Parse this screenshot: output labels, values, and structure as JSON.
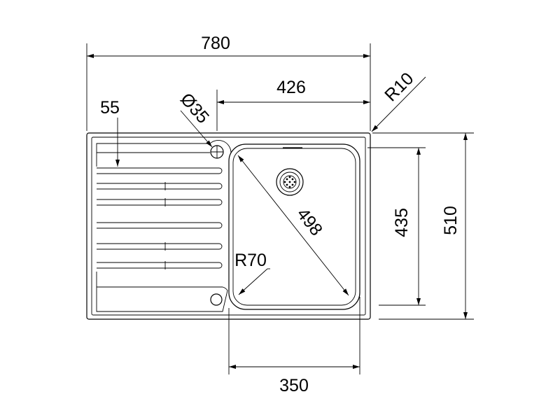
{
  "diagram": {
    "dimensions": {
      "overall_width": "780",
      "bowl_offset_width": "426",
      "drainer_edge": "55",
      "tap_hole_diameter": "Ø35",
      "corner_radius_outer": "R10",
      "bowl_diagonal": "498",
      "bowl_corner_radius": "R70",
      "bowl_depth": "435",
      "overall_depth": "510",
      "bowl_width": "350"
    },
    "colors": {
      "line": "#000000",
      "background": "#ffffff"
    },
    "icons": [
      "drain-strainer-icon",
      "tap-hole-icon",
      "overflow-hole-icon"
    ]
  }
}
